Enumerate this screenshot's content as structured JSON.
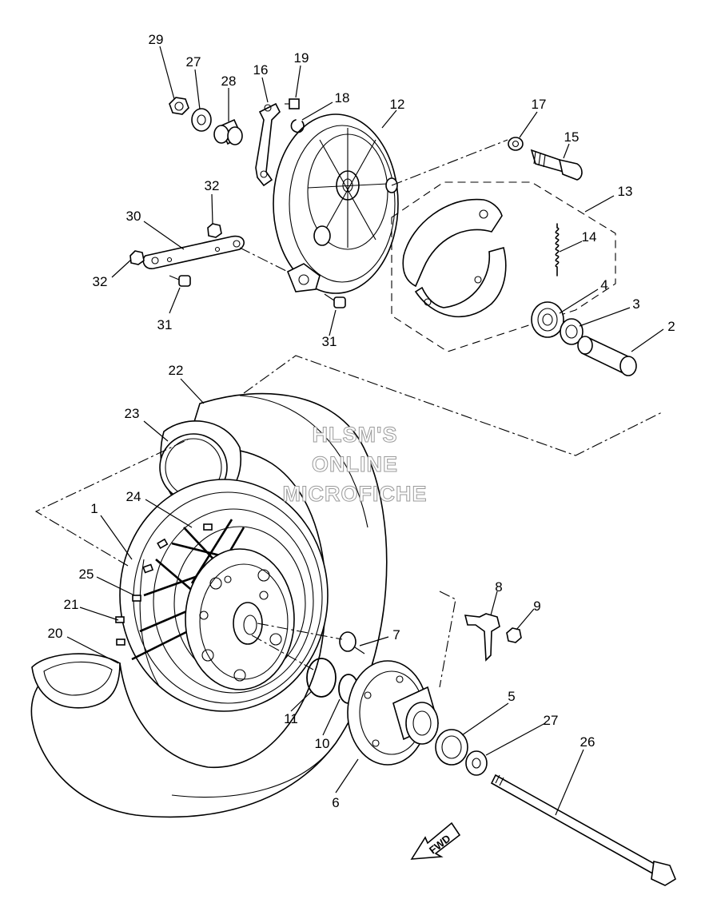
{
  "watermark": [
    "HLSM'S",
    "ONLINE",
    "MICROFICHE"
  ],
  "direction_label": "FWD",
  "callouts": {
    "c1": "1",
    "c2": "2",
    "c3": "3",
    "c4": "4",
    "c5": "5",
    "c6": "6",
    "c7": "7",
    "c8": "8",
    "c9": "9",
    "c10": "10",
    "c11": "11",
    "c12": "12",
    "c13": "13",
    "c14": "14",
    "c15": "15",
    "c16": "16",
    "c17": "17",
    "c18": "18",
    "c19": "19",
    "c20": "20",
    "c21": "21",
    "c22": "22",
    "c23": "23",
    "c24": "24",
    "c25": "25",
    "c26": "26",
    "c27a": "27",
    "c27b": "27",
    "c28": "28",
    "c29": "29",
    "c30": "30",
    "c31a": "31",
    "c31b": "31",
    "c32a": "32",
    "c32b": "32"
  }
}
